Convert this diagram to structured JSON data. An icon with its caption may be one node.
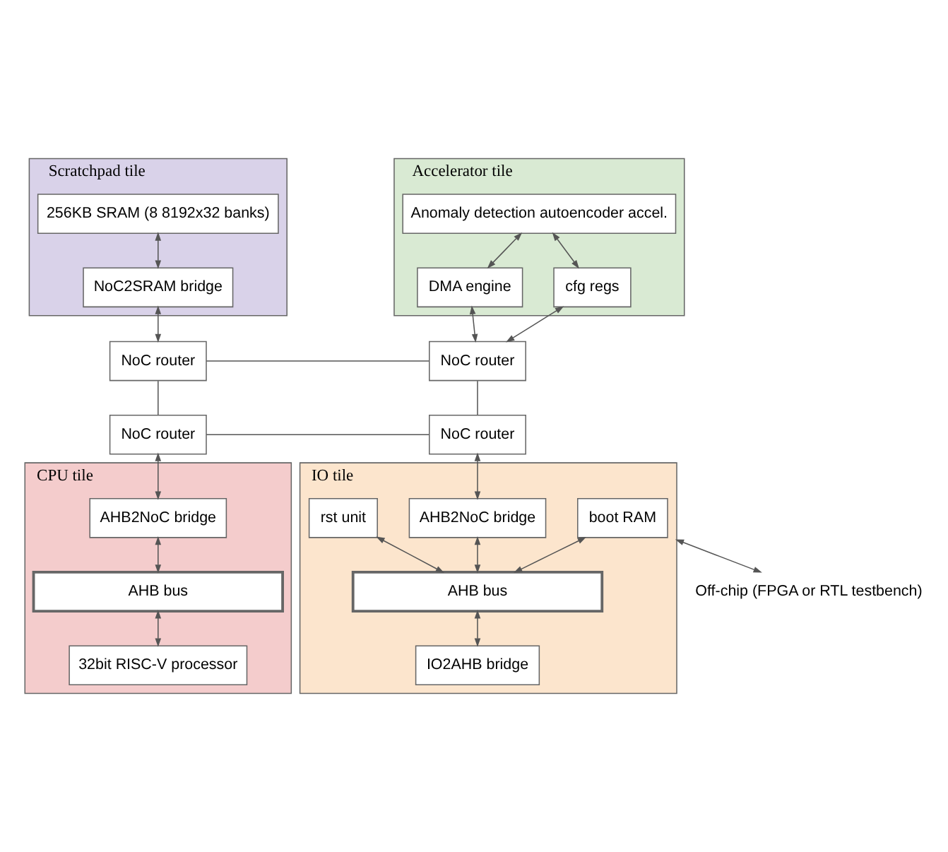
{
  "diagram": {
    "nodes": [
      {
        "text": [
          "Scratchpad tile"
        ]
      },
      {
        "text": [
          "256KB SRAM (8 8192x32 banks)"
        ],
        "in": 0
      },
      {
        "text": [
          "NoC2SRAM bridge"
        ],
        "in": 0
      },
      {
        "text": [
          "NoC router"
        ]
      },
      {
        "text": [
          "Accelerator tile"
        ]
      },
      {
        "text": [
          "Anomaly detection autoencoder accel."
        ],
        "in": 4
      },
      {
        "text": [
          "DMA engine"
        ],
        "in": 4
      },
      {
        "text": [
          "cfg regs"
        ],
        "in": 4
      },
      {
        "text": [
          "NoC router"
        ]
      },
      {
        "text": [
          "CPU tile"
        ]
      },
      {
        "text": [
          "NoC router"
        ]
      },
      {
        "text": [
          "AHB2NoC bridge"
        ],
        "in": 9
      },
      {
        "text": [
          "AHB bus"
        ],
        "in": 9
      },
      {
        "text": [
          "32bit RISC-V processor"
        ],
        "in": 9
      },
      {
        "text": [
          "IO tile"
        ]
      },
      {
        "text": [
          "NoC router"
        ]
      },
      {
        "text": [
          "boot RAM"
        ],
        "in": 14
      },
      {
        "text": [
          "AHB2NoC bridge"
        ],
        "in": 14
      },
      {
        "text": [
          "rst unit"
        ],
        "in": 14
      },
      {
        "text": [
          "AHB bus"
        ],
        "in": 14
      },
      {
        "text": [
          "IO2AHB bridge"
        ],
        "in": 14
      },
      {
        "text": [
          "Off-chip (FPGA or RTL testbench)"
        ]
      }
    ],
    "edges": [
      {
        "from": 1,
        "to": 2,
        "arrow": "both"
      },
      {
        "from": 2,
        "to": 3,
        "arrow": "both"
      },
      {
        "from": 3,
        "to": 8,
        "arrow": "none"
      },
      {
        "from": 3,
        "to": 10,
        "arrow": "none"
      },
      {
        "from": 5,
        "to": 6,
        "arrow": "both"
      },
      {
        "from": 5,
        "to": 7,
        "arrow": "both"
      },
      {
        "from": 6,
        "to": 8,
        "arrow": "both"
      },
      {
        "from": 7,
        "to": 8,
        "arrow": "both"
      },
      {
        "from": 8,
        "to": 15,
        "arrow": "none"
      },
      {
        "from": 10,
        "to": 15,
        "arrow": "none"
      },
      {
        "from": 10,
        "to": 11,
        "arrow": "both"
      },
      {
        "from": 11,
        "to": 12,
        "arrow": "both"
      },
      {
        "from": 12,
        "to": 13,
        "arrow": "both"
      },
      {
        "from": 15,
        "to": 17,
        "arrow": "both"
      },
      {
        "from": 17,
        "to": 19,
        "arrow": "both"
      },
      {
        "from": 16,
        "to": 19,
        "arrow": "both"
      },
      {
        "from": 18,
        "to": 19,
        "arrow": "both"
      },
      {
        "from": 19,
        "to": 20,
        "arrow": "both"
      },
      {
        "from": 14,
        "to": 21,
        "arrow": "both"
      }
    ]
  }
}
